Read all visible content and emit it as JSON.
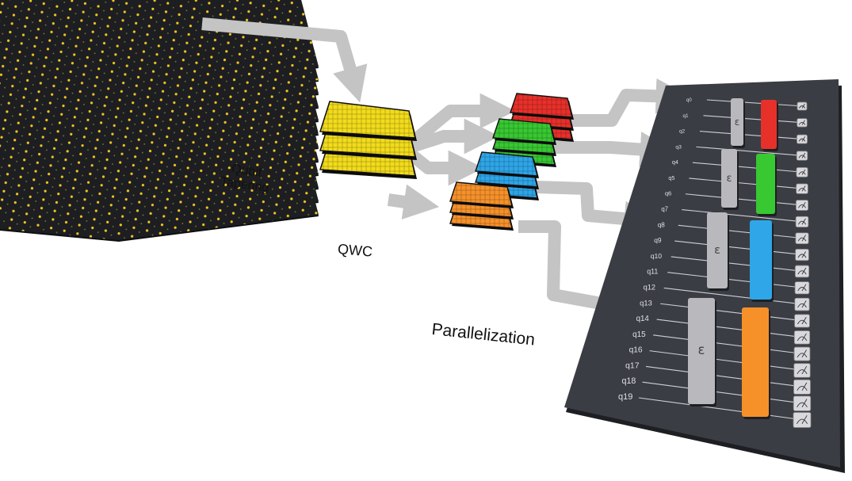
{
  "labels": {
    "qubit_tapering_line1": "Qubit",
    "qubit_tapering_line2": "Tapering",
    "qwc": "QWC",
    "parallelization": "Parallelization"
  },
  "circuit": {
    "qubit_labels": [
      "q0",
      "q1",
      "q2",
      "q3",
      "q4",
      "q5",
      "q6",
      "q7",
      "q8",
      "q9",
      "q10",
      "q11",
      "q12",
      "q13",
      "q14",
      "q15",
      "q16",
      "q17",
      "q18",
      "q19"
    ],
    "gate_symbol": "ε"
  },
  "colors": {
    "tapered_layer": "#f2dc1c",
    "group_red": "#e8302a",
    "group_green": "#38c832",
    "group_blue": "#2ea6e8",
    "group_orange": "#f6912a",
    "board": "#3b3d44",
    "arrow": "#c4c4c4",
    "hamiltonian_layer": "#202124",
    "dot": "#f2c521"
  },
  "icons": [
    "measurement-icon",
    "arrow-icon"
  ]
}
